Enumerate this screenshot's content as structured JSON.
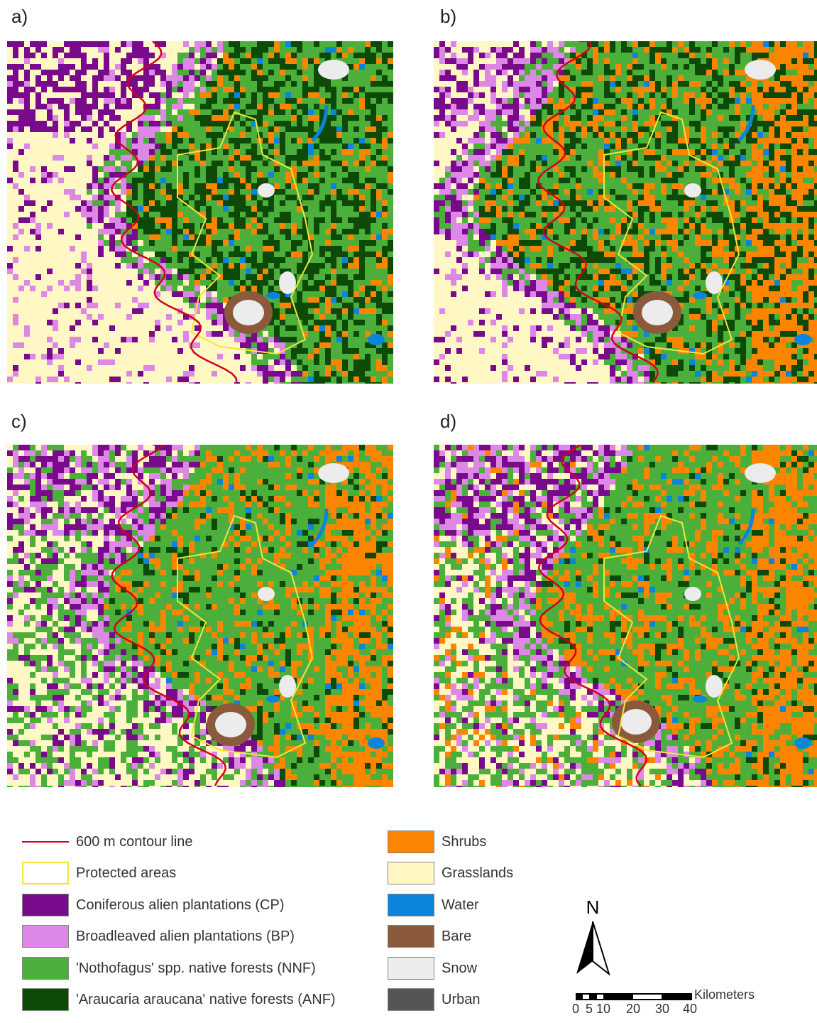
{
  "panels": [
    {
      "label": "a)",
      "variant": 0
    },
    {
      "label": "b)",
      "variant": 1
    },
    {
      "label": "c)",
      "variant": 2
    },
    {
      "label": "d)",
      "variant": 3
    }
  ],
  "legend": {
    "left": [
      {
        "key": "contour",
        "label": "600 m contour line",
        "color": "#d1001c"
      },
      {
        "key": "protected",
        "label": "Protected areas",
        "color": "#f2e63a"
      },
      {
        "key": "cp",
        "label": "Coniferous alien plantations (CP)",
        "color": "#7a0a8c"
      },
      {
        "key": "bp",
        "label": "Broadleaved alien plantations (BP)",
        "color": "#dd88e6"
      },
      {
        "key": "nnf",
        "label": "'Nothofagus' spp. native forests (NNF)",
        "color": "#4caf3c"
      },
      {
        "key": "anf",
        "label": "'Araucaria araucana' native forests (ANF)",
        "color": "#0d4a08"
      }
    ],
    "right": [
      {
        "key": "shrubs",
        "label": "Shrubs",
        "color": "#fb8500"
      },
      {
        "key": "grass",
        "label": "Grasslands",
        "color": "#fff8c4"
      },
      {
        "key": "water",
        "label": "Water",
        "color": "#0b84dc"
      },
      {
        "key": "bare",
        "label": "Bare",
        "color": "#8b5a3c"
      },
      {
        "key": "snow",
        "label": "Snow",
        "color": "#ececec"
      },
      {
        "key": "urban",
        "label": "Urban",
        "color": "#555555"
      }
    ]
  },
  "north_arrow": {
    "letter": "N",
    "icon": "north-arrow-icon"
  },
  "scale_bar": {
    "unit": "Kilometers",
    "ticks": [
      "0",
      "5",
      "10",
      "20",
      "30",
      "40"
    ]
  }
}
